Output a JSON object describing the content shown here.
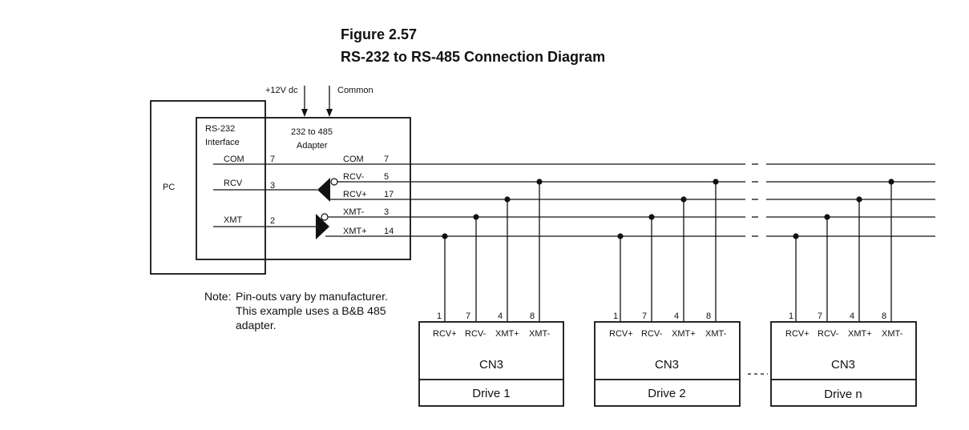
{
  "figure": {
    "number": "Figure 2.57",
    "title": "RS-232 to RS-485 Connection Diagram"
  },
  "power": {
    "supply_label": "+12V dc",
    "common_label": "Common"
  },
  "pc": {
    "label": "PC",
    "interface_title": [
      "RS-232",
      "Interface"
    ],
    "signals": [
      {
        "name": "COM",
        "pin": "7"
      },
      {
        "name": "RCV",
        "pin": "3"
      },
      {
        "name": "XMT",
        "pin": "2"
      }
    ]
  },
  "adapter": {
    "title": [
      "232 to 485",
      "Adapter"
    ],
    "outputs": [
      {
        "name": "COM",
        "pin": "7"
      },
      {
        "name": "RCV-",
        "pin": "5"
      },
      {
        "name": "RCV+",
        "pin": "17"
      },
      {
        "name": "XMT-",
        "pin": "3"
      },
      {
        "name": "XMT+",
        "pin": "14"
      }
    ]
  },
  "note": {
    "label": "Note:",
    "lines": [
      "Pin-outs vary by manufacturer.",
      "This example uses a B&B 485",
      "adapter."
    ]
  },
  "drives": [
    {
      "connector": "CN3",
      "name": "Drive 1"
    },
    {
      "connector": "CN3",
      "name": "Drive 2"
    },
    {
      "connector": "CN3",
      "name": "Drive n"
    }
  ],
  "drive_pins": [
    {
      "pin": "1",
      "signal": "RCV+"
    },
    {
      "pin": "7",
      "signal": "RCV-"
    },
    {
      "pin": "4",
      "signal": "XMT+"
    },
    {
      "pin": "8",
      "signal": "XMT-"
    }
  ],
  "drive_pin_signals_n": [
    "RCV+",
    "RCV-",
    "XMT+",
    "XMT-"
  ]
}
